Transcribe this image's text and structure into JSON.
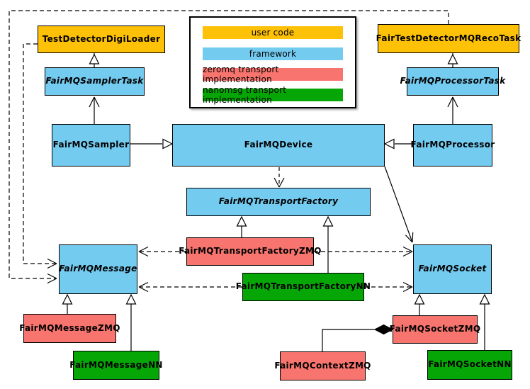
{
  "colors": {
    "user_code": "#FDC107",
    "framework": "#74CBF0",
    "zeromq": "#F8756F",
    "nanomsg": "#07A607",
    "line": "#000000",
    "background": "#FFFFFF"
  },
  "legend": {
    "items": [
      {
        "label": "user code",
        "category": "user_code"
      },
      {
        "label": "framework",
        "category": "framework"
      },
      {
        "label": "zeromq transport implementation",
        "category": "zeromq"
      },
      {
        "label": "nanomsg transport implementation",
        "category": "nanomsg"
      }
    ]
  },
  "nodes": [
    {
      "label": "TestDetectorDigiLoader",
      "category": "user_code",
      "abstract": false
    },
    {
      "label": "FairMQSamplerTask",
      "category": "framework",
      "abstract": true
    },
    {
      "label": "FairMQSampler",
      "category": "framework",
      "abstract": false
    },
    {
      "label": "FairTestDetectorMQRecoTask",
      "category": "user_code",
      "abstract": false
    },
    {
      "label": "FairMQProcessorTask",
      "category": "framework",
      "abstract": true
    },
    {
      "label": "FairMQProcessor",
      "category": "framework",
      "abstract": false
    },
    {
      "label": "FairMQDevice",
      "category": "framework",
      "abstract": false
    },
    {
      "label": "FairMQTransportFactory",
      "category": "framework",
      "abstract": true
    },
    {
      "label": "FairMQTransportFactoryZMQ",
      "category": "zeromq",
      "abstract": false
    },
    {
      "label": "FairMQTransportFactoryNN",
      "category": "nanomsg",
      "abstract": false
    },
    {
      "label": "FairMQMessage",
      "category": "framework",
      "abstract": true
    },
    {
      "label": "FairMQSocket",
      "category": "framework",
      "abstract": true
    },
    {
      "label": "FairMQMessageZMQ",
      "category": "zeromq",
      "abstract": false
    },
    {
      "label": "FairMQMessageNN",
      "category": "nanomsg",
      "abstract": false
    },
    {
      "label": "FairMQContextZMQ",
      "category": "zeromq",
      "abstract": false
    },
    {
      "label": "FairMQSocketZMQ",
      "category": "zeromq",
      "abstract": false
    },
    {
      "label": "FairMQSocketNN",
      "category": "nanomsg",
      "abstract": false
    }
  ],
  "edges": [
    {
      "from": "FairMQSamplerTask",
      "to": "TestDetectorDigiLoader",
      "type": "inheritance-triangle"
    },
    {
      "from": "FairMQProcessorTask",
      "to": "FairTestDetectorMQRecoTask",
      "type": "inheritance-triangle"
    },
    {
      "from": "FairMQSampler",
      "to": "FairMQSamplerTask",
      "type": "association-open-arrow"
    },
    {
      "from": "FairMQProcessor",
      "to": "FairMQProcessorTask",
      "type": "association-open-arrow"
    },
    {
      "from": "FairMQSampler",
      "to": "FairMQDevice",
      "type": "inheritance-triangle"
    },
    {
      "from": "FairMQProcessor",
      "to": "FairMQDevice",
      "type": "inheritance-triangle"
    },
    {
      "from": "FairMQDevice",
      "to": "FairMQTransportFactory",
      "type": "dashed-dependency"
    },
    {
      "from": "FairMQDevice",
      "to": "FairMQSocket",
      "type": "association-open-arrow"
    },
    {
      "from": "FairMQTransportFactoryZMQ",
      "to": "FairMQTransportFactory",
      "type": "inheritance-triangle"
    },
    {
      "from": "FairMQTransportFactoryNN",
      "to": "FairMQTransportFactory",
      "type": "inheritance-triangle"
    },
    {
      "from": "FairMQTransportFactoryZMQ",
      "to": "FairMQMessage",
      "type": "dashed-dependency"
    },
    {
      "from": "FairMQTransportFactoryZMQ",
      "to": "FairMQSocket",
      "type": "dashed-dependency"
    },
    {
      "from": "FairMQTransportFactoryNN",
      "to": "FairMQMessage",
      "type": "dashed-dependency"
    },
    {
      "from": "FairMQTransportFactoryNN",
      "to": "FairMQSocket",
      "type": "dashed-dependency"
    },
    {
      "from": "TestDetectorDigiLoader",
      "to": "FairMQMessage",
      "type": "dashed-dependency"
    },
    {
      "from": "FairTestDetectorMQRecoTask",
      "to": "FairMQMessage",
      "type": "dashed-dependency"
    },
    {
      "from": "FairMQMessageZMQ",
      "to": "FairMQMessage",
      "type": "inheritance-triangle"
    },
    {
      "from": "FairMQMessageNN",
      "to": "FairMQMessage",
      "type": "inheritance-triangle"
    },
    {
      "from": "FairMQSocketZMQ",
      "to": "FairMQSocket",
      "type": "inheritance-triangle"
    },
    {
      "from": "FairMQSocketNN",
      "to": "FairMQSocket",
      "type": "inheritance-triangle"
    },
    {
      "from": "FairMQContextZMQ",
      "to": "FairMQSocketZMQ",
      "type": "composition-filled-diamond"
    }
  ]
}
